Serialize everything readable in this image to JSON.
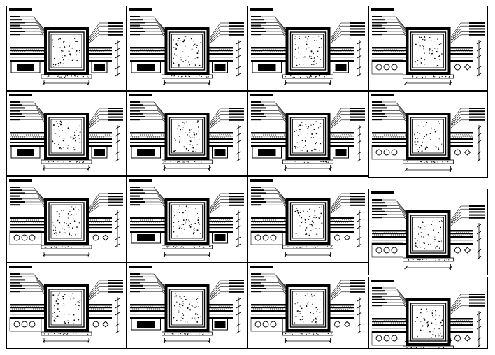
{
  "drawing": {
    "sheet_title": "",
    "line_color": "#000000",
    "background": "#ffffff"
  },
  "panels": [
    {
      "id": "r1c1",
      "variant": "boxes"
    },
    {
      "id": "r1c2",
      "variant": "boxes"
    },
    {
      "id": "r1c3",
      "variant": "boxes"
    },
    {
      "id": "r1c4",
      "variant": "circles"
    },
    {
      "id": "r2c1",
      "variant": "boxes"
    },
    {
      "id": "r2c2",
      "variant": "boxes"
    },
    {
      "id": "r2c3",
      "variant": "boxes"
    },
    {
      "id": "r2c4",
      "variant": "circles"
    },
    {
      "id": "r3c1",
      "variant": "circles"
    },
    {
      "id": "r3c2",
      "variant": "boxes"
    },
    {
      "id": "r3c3",
      "variant": "circles"
    },
    {
      "id": "r3c4",
      "variant": "circles"
    },
    {
      "id": "r4c1",
      "variant": "circles"
    },
    {
      "id": "r4c2",
      "variant": "boxes"
    },
    {
      "id": "r4c3",
      "variant": "circles"
    },
    {
      "id": "r4c4",
      "variant": "circles"
    }
  ]
}
